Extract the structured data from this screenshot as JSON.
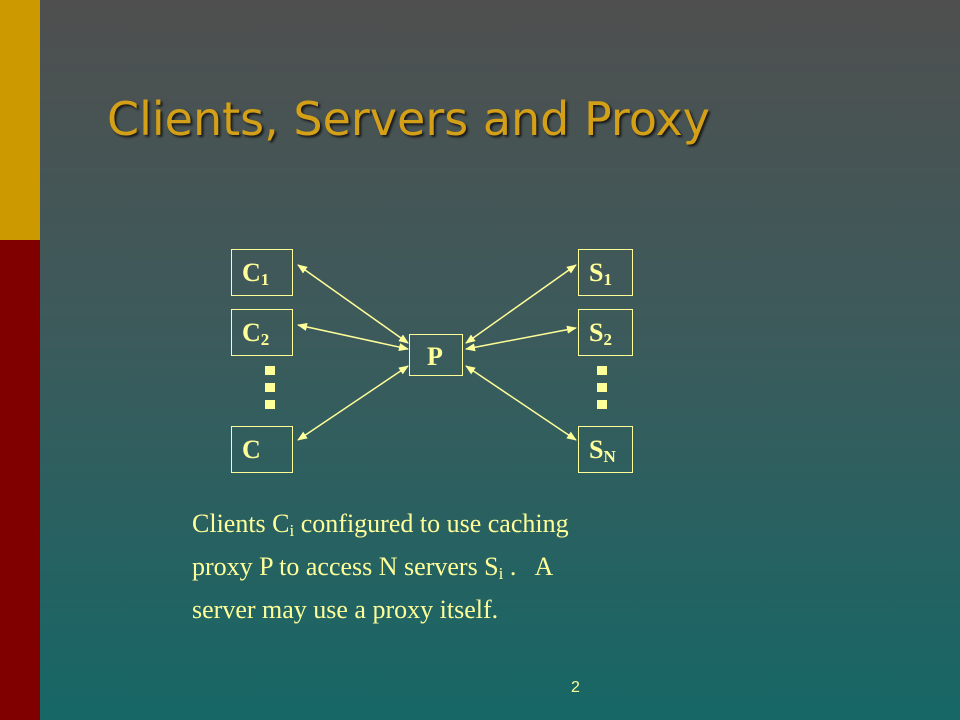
{
  "slide": {
    "title": "Clients, Servers and Proxy",
    "page_number": "2",
    "colors": {
      "title": "#d4a017",
      "diagram": "#ffff99",
      "bar_top": "#cc9900",
      "bar_bottom": "#800000"
    }
  },
  "diagram": {
    "clients": [
      {
        "base": "C",
        "sub": "1"
      },
      {
        "base": "C",
        "sub": "2"
      },
      {
        "base": "C",
        "sub": ""
      }
    ],
    "proxy": {
      "label": "P"
    },
    "servers": [
      {
        "base": "S",
        "sub": "1"
      },
      {
        "base": "S",
        "sub": "2"
      },
      {
        "base": "S",
        "sub": "N"
      }
    ]
  },
  "caption": {
    "line1_pre": "Clients C",
    "line1_sub": "i",
    "line1_post": " configured to use caching",
    "line2_pre": "proxy P to access N servers S",
    "line2_sub": "i",
    "line2_post": " .   A",
    "line3": "server may use a proxy itself."
  }
}
